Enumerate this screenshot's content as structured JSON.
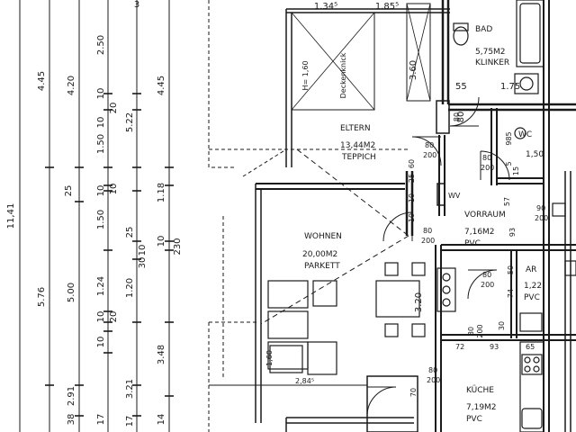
{
  "colors": {
    "line": "#1a1a1a",
    "paper": "#ffffff"
  },
  "rooms": {
    "bad": {
      "name": "BAD",
      "area": "5,75M2",
      "floor": "KLINKER"
    },
    "eltern": {
      "name": "ELTERN",
      "area": "13,44M2",
      "floor": "TEPPICH"
    },
    "wohnen": {
      "name": "WOHNEN",
      "area": "20,00M2",
      "floor": "PARKETT"
    },
    "vorraum": {
      "name": "VORRAUM",
      "area": "7,16M2",
      "floor": "PVC"
    },
    "ar": {
      "name": "AR",
      "area": "1,22",
      "floor": "PVC"
    },
    "kueche": {
      "name": "KÜCHE",
      "area": "7,19M2",
      "floor": "PVC"
    },
    "wc": {
      "name": "WC",
      "area": "1,50"
    }
  },
  "labels": {
    "deckenknick": "Deckenknick",
    "ceiling_height": "H= 1,60",
    "wv": "WV"
  },
  "doors": {
    "d_eltern": {
      "w": "80",
      "h": "200"
    },
    "d_bad": {
      "w": "80",
      "h": "200"
    },
    "d_wc": {
      "w": "80",
      "h": "200"
    },
    "d_wohnen": {
      "w": "80",
      "h": "200"
    },
    "d_vorraum_right": {
      "w": "90",
      "h": "200"
    },
    "d_ar": {
      "w": "80",
      "h": "200"
    },
    "d_kueche_a": {
      "w": "80",
      "h": "200"
    },
    "d_kueche_b": {
      "w": "80",
      "h": "200"
    }
  },
  "dims": {
    "top_a": "1.34⁵",
    "top_b": "1.85⁵",
    "top_c": "3",
    "bad_55": "55",
    "bad_175": "1.75",
    "bad_80": "80",
    "wc_985": "985",
    "wc_5": "5",
    "wc_15": "15",
    "wc_57": "57",
    "v_360": "3.60",
    "v_60": "60",
    "v_10a": "10",
    "v_25a": "25",
    "v_10b": "10",
    "v_320": "3.20",
    "v_70": "70",
    "v_93": "93",
    "v_50": "50",
    "v_74": "74",
    "v_30": "30",
    "h_72": "72",
    "h_93": "93",
    "h_65": "65",
    "w_160": "1,60",
    "w_284": "2,84⁵",
    "c1_1141": "11,41",
    "c2_445": "4.45",
    "c2_576": "5.76",
    "c2_25": "25",
    "c3_420": "4.20",
    "c3_500": "5.00",
    "c3_291": "2.91",
    "c3_38": "38",
    "c4_250": "2.50",
    "c4_10a": "10",
    "c4_10b": "10",
    "c4_150": "1.50",
    "c4_10c": "10",
    "c4_150b": "1.50",
    "c4_124": "1.24",
    "c4_10d": "10",
    "c4_10e": "10",
    "c4_20a": "20",
    "c4_20b": "20",
    "c4_10f": "10",
    "c4_17": "17",
    "c5_522": "5.22",
    "c5_120": "1.20",
    "c5_321": "3.21",
    "c5_25": "25",
    "c5_10": "10",
    "c5_30": "30",
    "c5_17": "17",
    "c6_445": "4.45",
    "c6_118": "1.18",
    "c6_10": "10",
    "c6_230": "230",
    "c6_348": "3.48",
    "c6_14": "14"
  }
}
